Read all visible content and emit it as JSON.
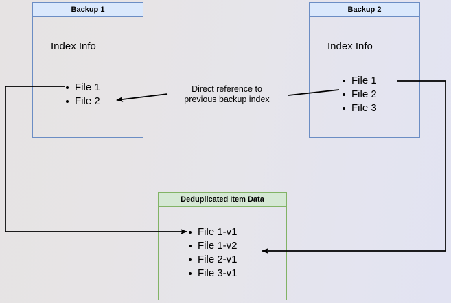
{
  "diagram": {
    "title_hidden": "",
    "background": {
      "gradient_from": "#e6e3e3",
      "gradient_to": "#e2e3f2"
    },
    "nodes": [
      {
        "id": "backup1",
        "header": "Backup 1",
        "section_label": "Index Info",
        "items": [
          "File 1",
          "File 2"
        ],
        "border_color": "#6b8dc4",
        "header_fill": "#dae8fc"
      },
      {
        "id": "backup2",
        "header": "Backup 2",
        "section_label": "Index Info",
        "items": [
          "File 1",
          "File 2",
          "File 3"
        ],
        "border_color": "#6b8dc4",
        "header_fill": "#dae8fc"
      },
      {
        "id": "dedup",
        "header": "Deduplicated Item Data",
        "section_label": "",
        "items": [
          "File 1-v1",
          "File 1-v2",
          "File 2-v1",
          "File 3-v1"
        ],
        "border_color": "#82b366",
        "header_fill": "#d5e8d4"
      }
    ],
    "edges": [
      {
        "id": "direct-reference",
        "label": "Direct reference to\nprevious backup index",
        "from": "backup2.File 2",
        "to": "backup1.File 2",
        "color": "#000000"
      },
      {
        "id": "backup1-file1-to-dedup",
        "label": "",
        "from": "backup1.File 1",
        "to": "dedup.File 1-v1",
        "color": "#000000"
      },
      {
        "id": "backup2-file1-to-dedup",
        "label": "",
        "from": "backup2.File 1",
        "to": "dedup.File 1-v2",
        "color": "#000000"
      }
    ]
  }
}
